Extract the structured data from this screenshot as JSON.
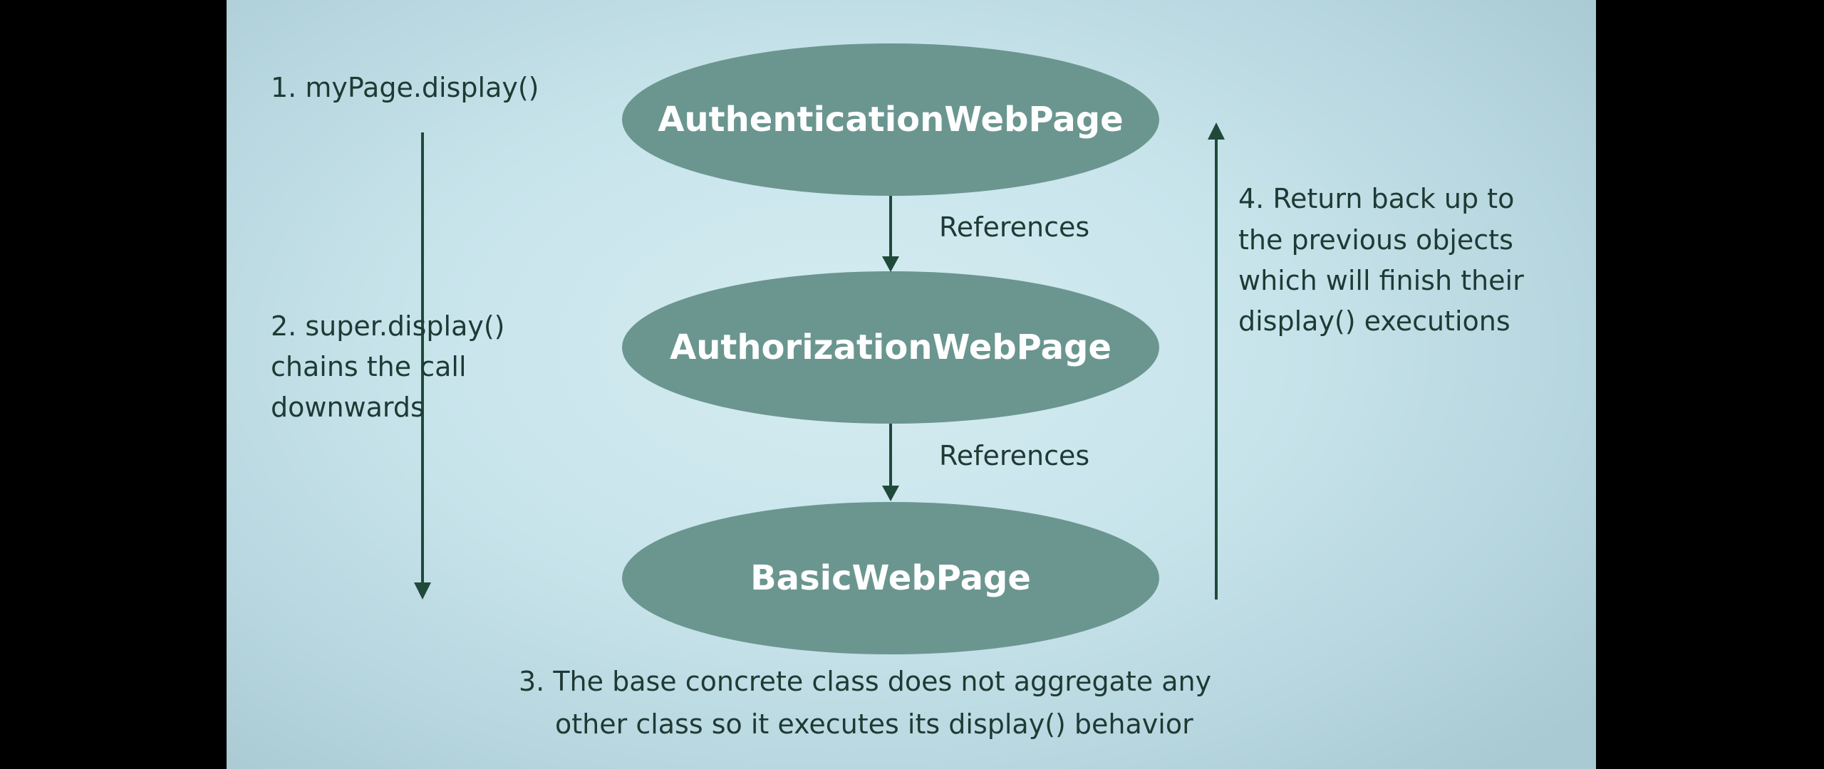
{
  "nodes": {
    "top": "AuthenticationWebPage",
    "middle": "AuthorizationWebPage",
    "bottom": "BasicWebPage"
  },
  "edges": {
    "top_to_middle": "References",
    "middle_to_bottom": "References"
  },
  "notes": {
    "step1": "1. myPage.display()",
    "step2_line1": "2. super.display()",
    "step2_line2": "chains the call",
    "step2_line3": "downwards",
    "step3_line1": "3. The base concrete class does not aggregate any",
    "step3_line2": "other class so it executes its display() behavior",
    "step4_line1": "4. Return back up to",
    "step4_line2": "the previous objects",
    "step4_line3": "which will finish their",
    "step4_line4": "display() executions"
  },
  "colors": {
    "node_fill": "#6b9690",
    "arrow": "#1f4a3a",
    "text": "#1f3a34",
    "background": "#c8e4eb"
  }
}
